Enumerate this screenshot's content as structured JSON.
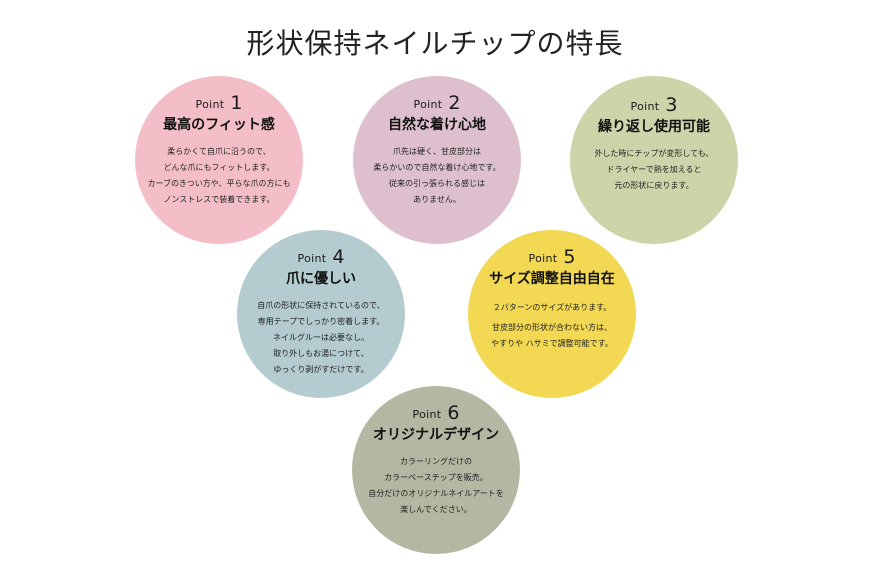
{
  "page_title": "形状保持ネイルチップの特長",
  "point_word": "Point",
  "points": [
    {
      "number": "1",
      "title": "最高のフィット感",
      "lines": [
        "柔らかくて自爪に沿うので、",
        "どんな爪にもフィットします。",
        "カーブのきつい方や、平らな爪の方にも",
        "ノンストレスで装着できます。"
      ],
      "color": "#f4bec8"
    },
    {
      "number": "2",
      "title": "自然な着け心地",
      "lines": [
        "爪先は硬く、甘皮部分は",
        "柔らかいので自然な着け心地です。",
        "従来の引っ張られる感じは",
        "ありません。"
      ],
      "color": "#ddbfcd"
    },
    {
      "number": "3",
      "title": "繰り返し使用可能",
      "lines": [
        "外した時にチップが変形しても、",
        "ドライヤーで熱を加えると",
        "元の形状に戻ります。"
      ],
      "color": "#ccd4a9"
    },
    {
      "number": "4",
      "title": "爪に優しい",
      "lines": [
        "自爪の形状に保持されているので、",
        "専用テープでしっかり密着します。",
        "ネイルグルーは必要なし。",
        "取り外しもお湯につけて、",
        "ゆっくり剥がすだけです。"
      ],
      "color": "#b4cbcf"
    },
    {
      "number": "5",
      "title": "サイズ調整自由自在",
      "lines": [
        "２パターンのサイズがあります。",
        "甘皮部分の形状が合わない方は、",
        "やすりや ハサミで調整可能です。"
      ],
      "color": "#f2d853"
    },
    {
      "number": "6",
      "title": "オリジナルデザイン",
      "lines": [
        "カラーリングだけの",
        "カラーベースチップを販売。",
        "自分だけのオリジナルネイルアートを",
        "楽しんでください。"
      ],
      "color": "#b4b7a2"
    }
  ]
}
